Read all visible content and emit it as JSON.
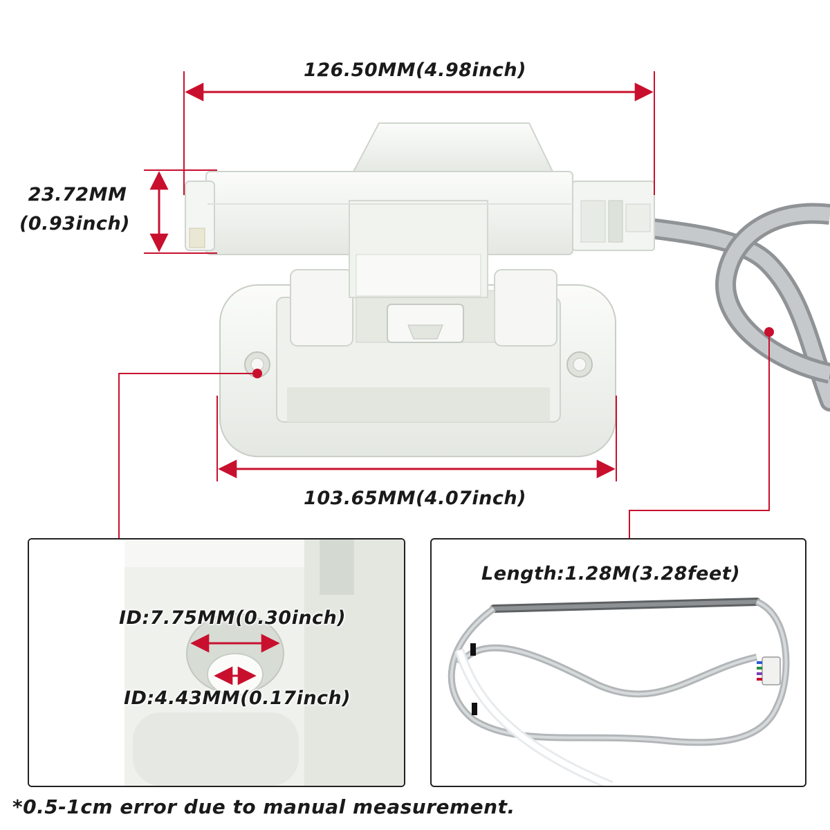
{
  "dimensions": {
    "overall_width": "126.50MM(4.98inch)",
    "height_line1": "23.72MM",
    "height_line2": "(0.93inch)",
    "base_width": "103.65MM(4.07inch)"
  },
  "hole_detail": {
    "outer_id": "ID:7.75MM(0.30inch)",
    "inner_id": "ID:4.43MM(0.17inch)"
  },
  "cable_detail": {
    "length": "Length:1.28M(3.28feet)"
  },
  "footnote": "*0.5-1cm error due to manual measurement.",
  "colors": {
    "dimension_line": "#c8102e",
    "part_body": "#f2f4f0",
    "part_shade": "#d9ded7",
    "cable": "#a9adb0",
    "inset_border": "#222222"
  }
}
